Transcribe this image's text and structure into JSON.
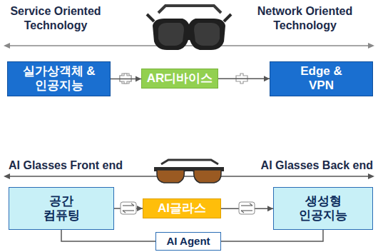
{
  "diagram": {
    "nodes": [
      {
        "text": [
          "실가상객체 & 인공지능"
        ]
      },
      {
        "text": [
          "AR디바이스"
        ]
      },
      {
        "text": [
          "Edge & VPN"
        ]
      },
      {
        "text": [
          "공간 컴퓨팅"
        ]
      },
      {
        "text": [
          "AI글라스"
        ]
      },
      {
        "text": [
          "생성형 인공지능"
        ]
      },
      {
        "text": [
          "AI Agent"
        ]
      }
    ],
    "edges": [
      {
        "from": 0,
        "to": 1,
        "arrow": "to"
      },
      {
        "from": 1,
        "to": 2,
        "arrow": "to"
      },
      {
        "from": 3,
        "to": 4,
        "arrow": "to"
      },
      {
        "from": 4,
        "to": 5,
        "arrow": "to"
      },
      {
        "from": 3,
        "to": 6,
        "arrow": "none"
      },
      {
        "from": 5,
        "to": 6,
        "arrow": "none"
      }
    ],
    "labels": [
      "Service Oriented Technology",
      "Network Oriented Technology",
      "AI Glasses Front end",
      "AI Glasses Back end"
    ]
  }
}
